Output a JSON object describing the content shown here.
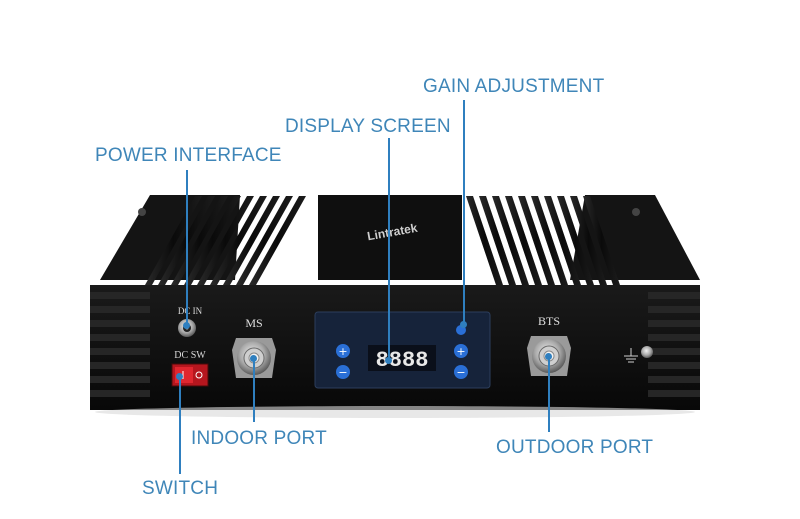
{
  "labels": {
    "gain_adjustment": "GAIN ADJUSTMENT",
    "display_screen": "DISPLAY SCREEN",
    "power_interface": "POWER INTERFACE",
    "indoor_port": "INDOOR PORT",
    "outdoor_port": "OUTDOOR PORT",
    "switch": "SWITCH"
  },
  "device": {
    "brand": "Lintratek",
    "dc_in": "DC IN",
    "dc_sw": "DC SW",
    "ms": "MS",
    "bts": "BTS",
    "display_value": "8888",
    "plus_symbol": "+",
    "minus_symbol": "−"
  },
  "colors": {
    "label_text": "#3f86b8",
    "callout_line": "#2f7fbf",
    "device_body": "#121212",
    "display_panel": "#16233a",
    "led_digits": "#e8e8e8",
    "switch_red": "#d8202a"
  }
}
